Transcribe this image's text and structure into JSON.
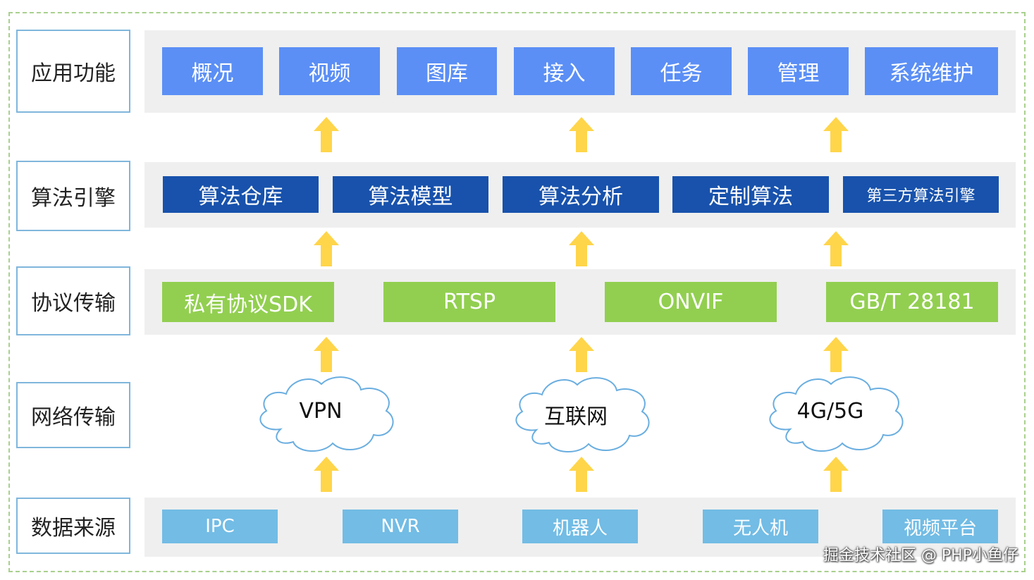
{
  "layers": {
    "application": {
      "label": "应用功能",
      "items": [
        "概况",
        "视频",
        "图库",
        "接入",
        "任务",
        "管理",
        "系统维护"
      ]
    },
    "algorithm": {
      "label": "算法引擎",
      "items": [
        "算法仓库",
        "算法模型",
        "算法分析",
        "定制算法",
        "第三方算法引擎"
      ]
    },
    "protocol": {
      "label": "协议传输",
      "items": [
        "私有协议SDK",
        "RTSP",
        "ONVIF",
        "GB/T 28181"
      ]
    },
    "network": {
      "label": "网络传输",
      "items": [
        "VPN",
        "互联网",
        "4G/5G"
      ]
    },
    "source": {
      "label": "数据来源",
      "items": [
        "IPC",
        "NVR",
        "机器人",
        "无人机",
        "视频平台"
      ]
    }
  },
  "colors": {
    "app_box": "#5b8ff5",
    "algo_box": "#1852ac",
    "protocol_box": "#92cf50",
    "source_box": "#72bce5",
    "arrow": "#ffd54a",
    "label_border": "#7fb6dc",
    "frame_border": "#a8d08d",
    "cloud_stroke": "#6aaee0"
  },
  "icons": [
    "arrow-up-icon",
    "cloud-icon"
  ],
  "watermark": "掘金技术社区 @ PHP小鱼仔"
}
